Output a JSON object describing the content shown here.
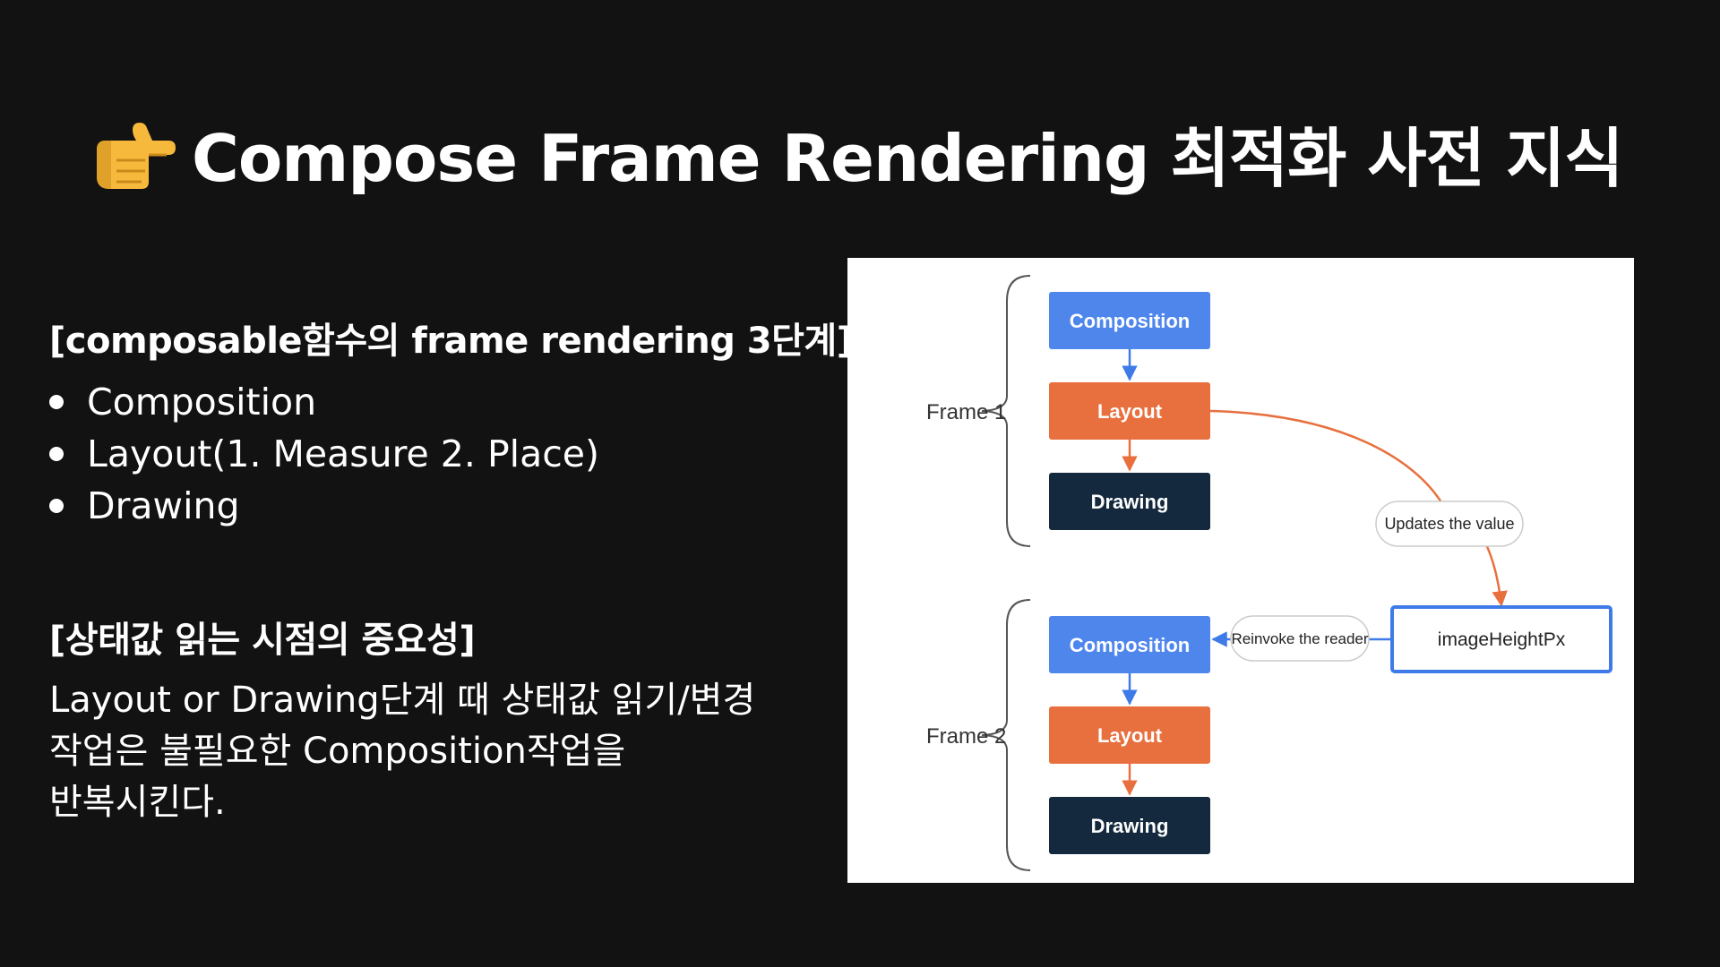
{
  "title": {
    "icon": "backhand-index-pointing-right-icon",
    "text": "Compose Frame Rendering 최적화 사전 지식"
  },
  "left": {
    "section1": {
      "heading": "[composable함수의 frame rendering 3단계]",
      "items": [
        "Composition",
        "Layout(1. Measure 2. Place)",
        "Drawing"
      ]
    },
    "section2": {
      "heading": "[상태값 읽는 시점의 중요성]",
      "paragraph_lines": [
        "Layout or Drawing단계 때 상태값 읽기/변경",
        "작업은 불필요한 Composition작업을",
        "반복시킨다."
      ]
    }
  },
  "diagram": {
    "frame1": {
      "label": "Frame 1",
      "nodes": [
        "Composition",
        "Layout",
        "Drawing"
      ]
    },
    "frame2": {
      "label": "Frame 2",
      "nodes": [
        "Composition",
        "Layout",
        "Drawing"
      ]
    },
    "updates_label": "Updates the value",
    "reinvoke_label": "Reinvoke the reader",
    "state_box": "imageHeightPx",
    "colors": {
      "composition": "#4f86ec",
      "layout": "#e8703f",
      "drawing": "#14293d",
      "blue_arrow": "#3e7be8",
      "orange_arrow": "#e8703f",
      "bracket": "#555555",
      "text_dark": "#333333"
    }
  }
}
